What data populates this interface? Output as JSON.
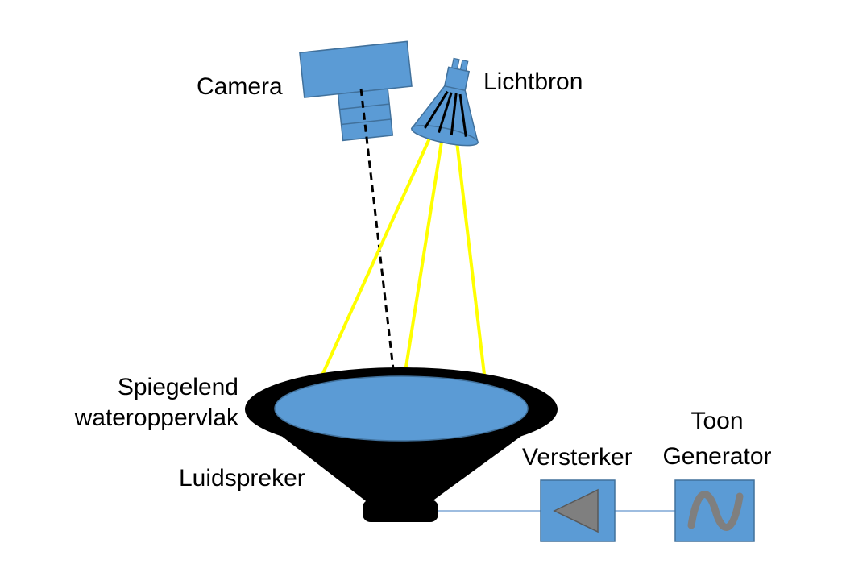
{
  "labels": {
    "camera": "Camera",
    "light_source": "Lichtbron",
    "water_surface_line1": "Spiegelend",
    "water_surface_line2": "wateroppervlak",
    "speaker": "Luidspreker",
    "amplifier": "Versterker",
    "tone_generator_line1": "Toon",
    "tone_generator_line2": "Generator"
  },
  "colors": {
    "device_blue": "#5b9bd5",
    "device_outline": "#41719c",
    "light_ray": "#ffff00",
    "speaker_black": "#000000",
    "symbol_gray": "#7f7f7f",
    "cable": "#7fa7d6"
  },
  "icons": {
    "amplifier": "triangle-amplifier-icon",
    "tone_generator": "sine-wave-icon"
  }
}
